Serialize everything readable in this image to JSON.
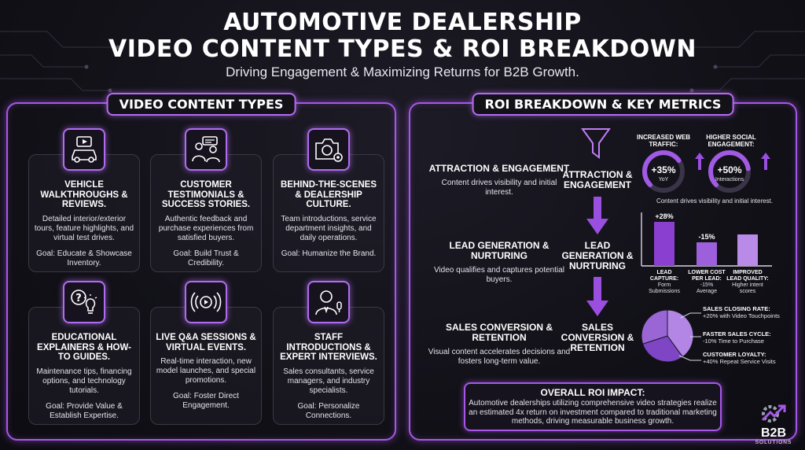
{
  "header": {
    "title_line1": "AUTOMOTIVE DEALERSHIP",
    "title_line2": "VIDEO CONTENT TYPES & ROI BREAKDOWN",
    "subtitle": "Driving Engagement & Maximizing Returns for B2B Growth."
  },
  "left_panel": {
    "heading": "VIDEO CONTENT TYPES",
    "cards": [
      {
        "icon": "car-video-icon",
        "title": "VEHICLE WALKTHROUGHS & REVIEWS.",
        "desc": "Detailed interior/exterior tours, feature highlights, and virtual test drives.",
        "goal": "Goal: Educate & Showcase Inventory."
      },
      {
        "icon": "testimonial-icon",
        "title": "CUSTOMER TESTIMONIALS & SUCCESS STORIES.",
        "desc": "Authentic feedback and purchase experiences from satisfied buyers.",
        "goal": "Goal: Build Trust & Credibility."
      },
      {
        "icon": "camera-gear-icon",
        "title": "BEHIND-THE-SCENES & DEALERSHIP CULTURE.",
        "desc": "Team introductions, service department insights, and daily operations.",
        "goal": "Goal: Humanize the Brand."
      },
      {
        "icon": "question-bulb-icon",
        "title": "EDUCATIONAL EXPLAINERS & HOW-TO GUIDES.",
        "desc": "Maintenance tips, financing options, and technology tutorials.",
        "goal": "Goal: Provide Value & Establish Expertise."
      },
      {
        "icon": "live-broadcast-icon",
        "title": "LIVE Q&A SESSIONS & VIRTUAL EVENTS.",
        "desc": "Real-time interaction, new model launches, and special promotions.",
        "goal": "Goal: Foster Direct Engagement."
      },
      {
        "icon": "staff-mic-icon",
        "title": "STAFF INTRODUCTIONS & EXPERT INTERVIEWS.",
        "desc": "Sales consultants, service managers, and industry specialists.",
        "goal": "Goal: Personalize Connections."
      }
    ]
  },
  "right_panel": {
    "heading": "ROI BREAKDOWN & KEY METRICS",
    "stages": [
      {
        "title": "ATTRACTION & ENGAGEMENT",
        "desc": "Content drives visibility and initial interest.",
        "center": "ATTRACTION & ENGAGEMENT"
      },
      {
        "title": "LEAD GENERATION & NURTURING",
        "desc": "Video qualifies and captures potential buyers.",
        "center": "LEAD GENERATION & NURTURING"
      },
      {
        "title": "SALES CONVERSION & RETENTION",
        "desc": "Visual content accelerates decisions and fosters long-term value.",
        "center": "SALES CONVERSION & RETENTION"
      }
    ],
    "gauges": [
      {
        "label": "INCREASED WEB TRAFFIC:",
        "value": "+35%",
        "sub": "YoY",
        "fraction": 0.7
      },
      {
        "label": "HIGHER SOCIAL ENGAGEMENT:",
        "value": "+50%",
        "sub": "Interactions",
        "fraction": 0.8
      }
    ],
    "gauge_caption": "Content drives visibility and initial interest.",
    "bars": [
      {
        "value_label": "+28%",
        "value": 28,
        "label": "LEAD CAPTURE:",
        "sub": "Form Submissions",
        "color": "#8a3fd0"
      },
      {
        "value_label": "-15%",
        "value": 15,
        "label": "LOWER COST PER LEAD:",
        "sub": "-15% Average",
        "color": "#9d5fdc"
      },
      {
        "value_label": "",
        "value": 20,
        "label": "IMPROVED LEAD QUALITY:",
        "sub": "Higher intent scores",
        "color": "#b98ae8"
      }
    ],
    "pie": [
      {
        "value": 40,
        "color": "#b386e6"
      },
      {
        "value": 30,
        "color": "#7e45c4"
      },
      {
        "value": 30,
        "color": "#9a66d6"
      }
    ],
    "pie_labels": [
      {
        "title": "SALES CLOSING RATE:",
        "desc": "+20% with Video Touchpoints"
      },
      {
        "title": "FASTER SALES CYCLE:",
        "desc": "-10% Time to Purchase"
      },
      {
        "title": "CUSTOMER LOYALTY:",
        "desc": "+40% Repeat Service Visits"
      }
    ]
  },
  "overall": {
    "title": "OVERALL ROI IMPACT:",
    "desc": "Automotive dealerships utilizing comprehensive video strategies realize an estimated 4x return on investment compared to traditional marketing methods, driving measurable business growth."
  },
  "logo": {
    "name": "B2B",
    "sub": "SOLUTIONS"
  },
  "colors": {
    "accent": "#a657e8",
    "background": "#121118"
  }
}
